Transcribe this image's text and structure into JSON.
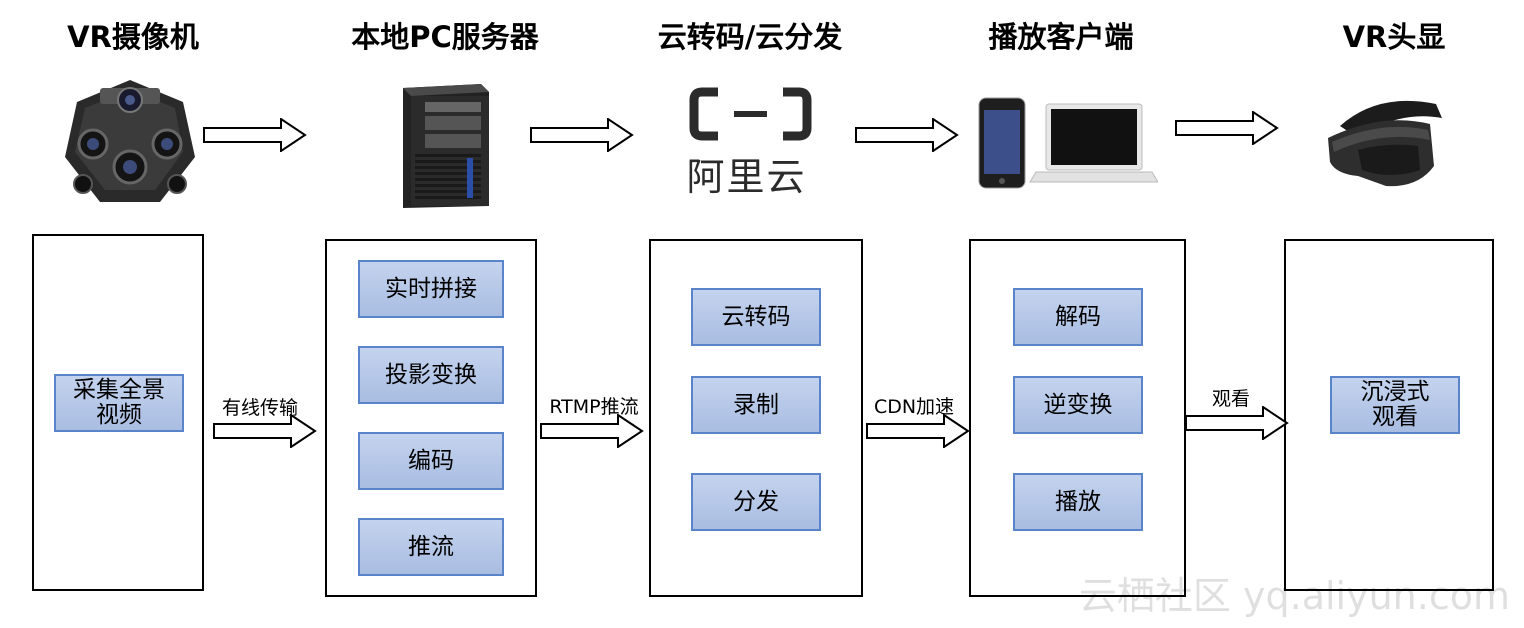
{
  "stages": [
    {
      "title": "VR摄像机",
      "icon": "360-camera-icon",
      "steps": [
        "采集全景视频"
      ]
    },
    {
      "title": "本地PC服务器",
      "icon": "server-tower-icon",
      "steps": [
        "实时拼接",
        "投影变换",
        "编码",
        "推流"
      ]
    },
    {
      "title": "云转码/云分发",
      "icon": "aliyun-logo-icon",
      "logo_text": "阿里云",
      "steps": [
        "云转码",
        "录制",
        "分发"
      ]
    },
    {
      "title": "播放客户端",
      "icon": "phone-laptop-icon",
      "steps": [
        "解码",
        "逆变换",
        "播放"
      ]
    },
    {
      "title": "VR头显",
      "icon": "vr-headset-icon",
      "steps": [
        "沉浸式观看"
      ]
    }
  ],
  "flow_labels": [
    "有线传输",
    "RTMP推流",
    "CDN加速",
    "观看"
  ],
  "watermark": "云栖社区 yq.aliyun.com",
  "colors": {
    "step_fill": "#b3c6e7",
    "step_border": "#5a84c9"
  }
}
